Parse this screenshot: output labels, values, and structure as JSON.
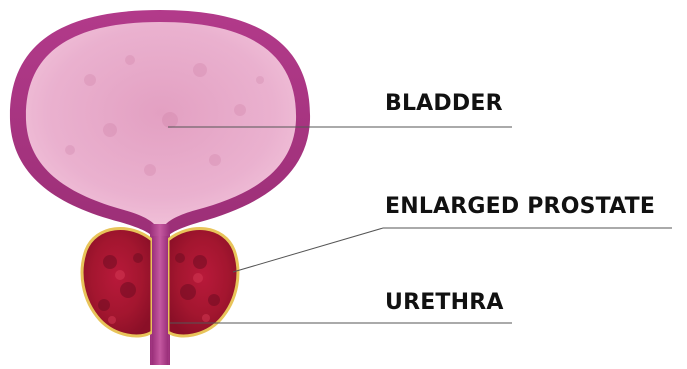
{
  "labels": {
    "bladder": "BLADDER",
    "prostate": "ENLARGED PROSTATE",
    "urethra": "URETHRA"
  },
  "colors": {
    "bladder_wall": "#b23a8a",
    "bladder_fill": "#e9a8c8",
    "urethra": "#b0418f",
    "prostate": "#b51d3a",
    "prostate_dark": "#7d0f26",
    "prostate_rim": "#e8c45a",
    "leader_line": "#555555",
    "text": "#111111"
  }
}
